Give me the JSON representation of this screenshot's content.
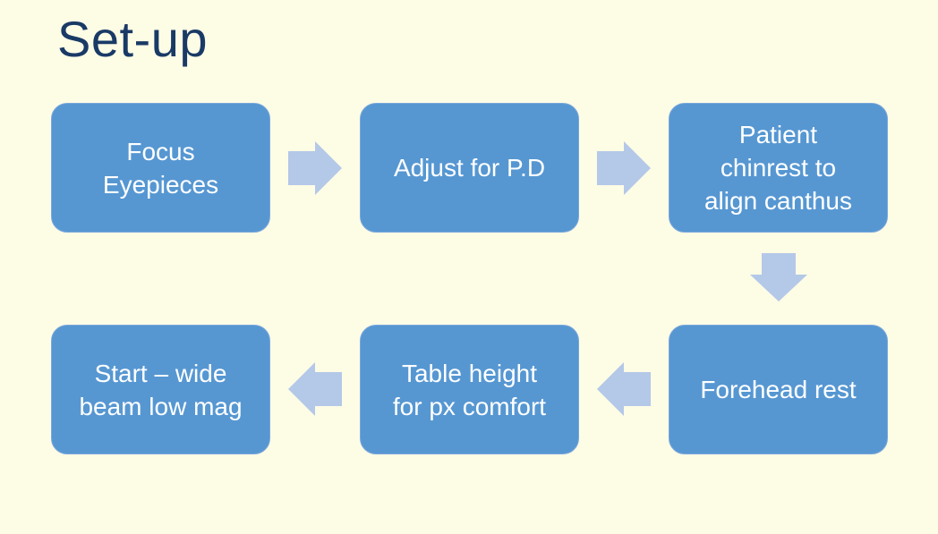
{
  "slide": {
    "title": "Set-up",
    "colors": {
      "background": "#FDFCE5",
      "title": "#1A3A66",
      "boxFill": "#5697D2",
      "boxBorder": "#7BA7DB",
      "boxText": "#FFFFFF",
      "arrow": "#B4C8E8"
    }
  },
  "flowchart": {
    "boxes": [
      {
        "id": "focus-eyepieces",
        "label": "Focus\nEyepieces"
      },
      {
        "id": "adjust-for-pd",
        "label": "Adjust for P.D"
      },
      {
        "id": "patient-chinrest",
        "label": "Patient\nchinrest to\nalign canthus"
      },
      {
        "id": "forehead-rest",
        "label": "Forehead rest"
      },
      {
        "id": "table-height",
        "label": "Table height\nfor px comfort"
      },
      {
        "id": "start-wide-beam",
        "label": "Start – wide\nbeam low mag"
      }
    ],
    "arrows": [
      {
        "direction": "right",
        "from": "focus-eyepieces",
        "to": "adjust-for-pd"
      },
      {
        "direction": "right",
        "from": "adjust-for-pd",
        "to": "patient-chinrest"
      },
      {
        "direction": "down",
        "from": "patient-chinrest",
        "to": "forehead-rest"
      },
      {
        "direction": "left",
        "from": "forehead-rest",
        "to": "table-height"
      },
      {
        "direction": "left",
        "from": "table-height",
        "to": "start-wide-beam"
      }
    ]
  }
}
